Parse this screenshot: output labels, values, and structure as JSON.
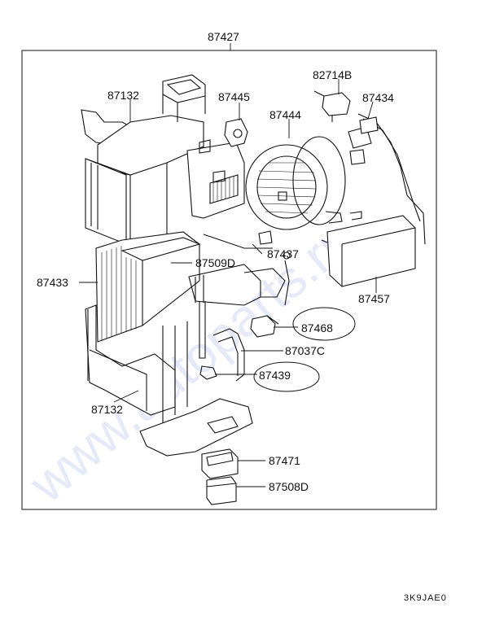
{
  "diagram": {
    "main_label": "87427",
    "drawing_code": "3K9JAE0",
    "watermark": "www.autoparts.ru",
    "callouts": [
      {
        "id": "c-87132-top",
        "text": "87132"
      },
      {
        "id": "c-87445",
        "text": "87445"
      },
      {
        "id": "c-82714b",
        "text": "82714B"
      },
      {
        "id": "c-87434",
        "text": "87434"
      },
      {
        "id": "c-87444",
        "text": "87444"
      },
      {
        "id": "c-87437",
        "text": "87437"
      },
      {
        "id": "c-87509d",
        "text": "87509D"
      },
      {
        "id": "c-87433",
        "text": "87433"
      },
      {
        "id": "c-87457",
        "text": "87457"
      },
      {
        "id": "c-87468",
        "text": "87468"
      },
      {
        "id": "c-87037c",
        "text": "87037C"
      },
      {
        "id": "c-87439",
        "text": "87439"
      },
      {
        "id": "c-87132-bottom",
        "text": "87132"
      },
      {
        "id": "c-87471",
        "text": "87471"
      },
      {
        "id": "c-87508d",
        "text": "87508D"
      }
    ]
  }
}
